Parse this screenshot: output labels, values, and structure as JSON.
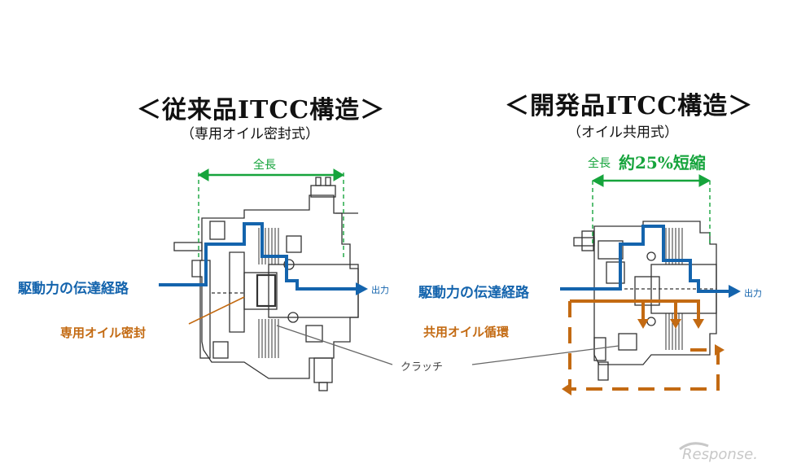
{
  "left": {
    "title": "＜従来品ITCC構造＞",
    "subtitle": "（専用オイル密封式）",
    "length_label": "全長",
    "drive_path_label": "駆動力の伝達経路",
    "output_label": "出力",
    "oil_label": "専用オイル密封"
  },
  "right": {
    "title": "＜開発品ITCC構造＞",
    "subtitle": "（オイル共用式）",
    "length_label": "全長",
    "length_reduction": "約25%短縮",
    "drive_path_label": "駆動力の伝達経路",
    "output_label": "出力",
    "oil_label": "共用オイル循環"
  },
  "clutch_label": "クラッチ",
  "watermark": "Response.",
  "colors": {
    "drive_path": "#1464ad",
    "oil": "#c36a12",
    "length": "#16a43c",
    "line": "#333333"
  }
}
